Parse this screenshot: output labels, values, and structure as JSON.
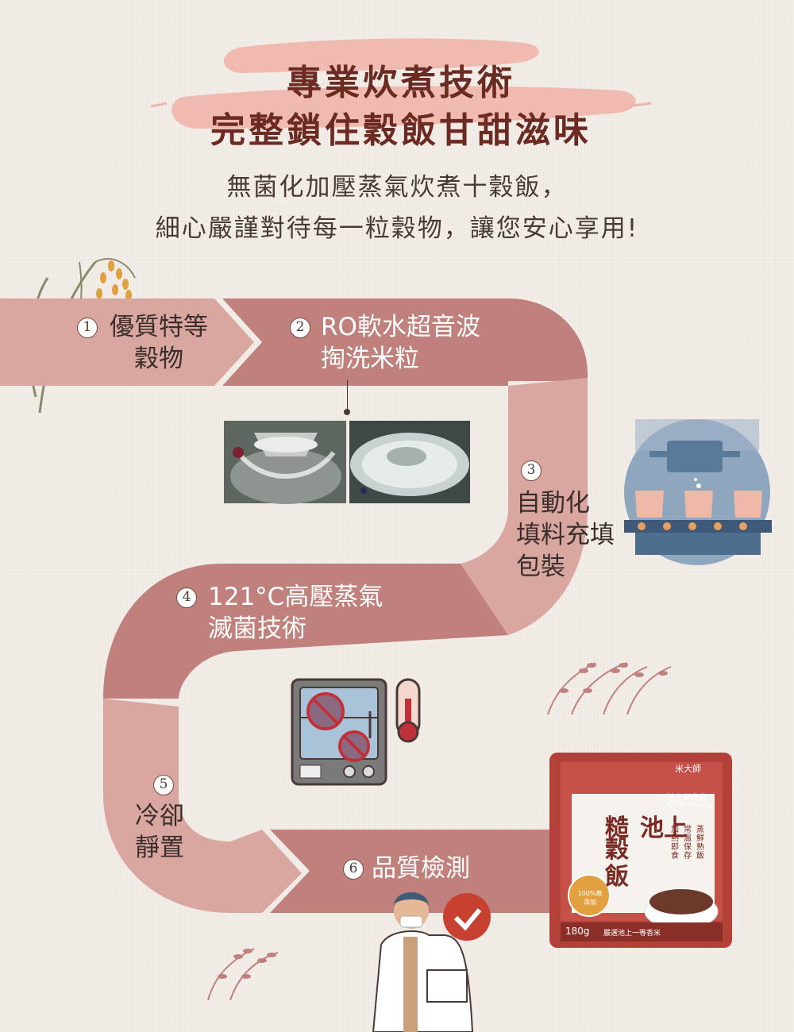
{
  "title": {
    "line1": "專業炊煮技術",
    "line2": "完整鎖住穀飯甘甜滋味"
  },
  "subtitle": {
    "line1": "無菌化加壓蒸氣炊煮十穀飯，",
    "line2": "細心嚴謹對待每一粒穀物，讓您安心享用!"
  },
  "steps": [
    {
      "num": "1",
      "line1": "優質特等",
      "line2": "穀物",
      "line3": ""
    },
    {
      "num": "2",
      "line1": "RO軟水超音波",
      "line2": "掏洗米粒",
      "line3": ""
    },
    {
      "num": "3",
      "line1": "自動化",
      "line2": "填料充填",
      "line3": "包裝"
    },
    {
      "num": "4",
      "line1": "121°C高壓蒸氣",
      "line2": "滅菌技術",
      "line3": ""
    },
    {
      "num": "5",
      "line1": "冷卻",
      "line2": "靜置",
      "line3": ""
    },
    {
      "num": "6",
      "line1": "品質檢測",
      "line2": "",
      "line3": ""
    }
  ],
  "product": {
    "brand": "米大師",
    "coop": "池上鄉農會",
    "coop_en": "Chih-shang",
    "name_top": "池上",
    "name_left": "糙",
    "name_main": "穀飯",
    "side_text_1": "蒸鮮熟飯",
    "side_text_2": "常溫保存",
    "side_text_3": "加熱即食",
    "weight": "180g",
    "badge": "100%無添加",
    "footer": "嚴選池上一等香米"
  },
  "colors": {
    "flow_dark": "#c0807c",
    "flow_light": "#d9a7a0",
    "title_brush": "#efb5ab",
    "title_text": "#6b2a22"
  }
}
